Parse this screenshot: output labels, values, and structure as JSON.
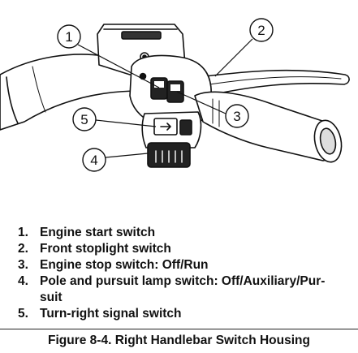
{
  "figure": {
    "callouts": [
      "1",
      "2",
      "3",
      "4",
      "5"
    ],
    "legend": [
      {
        "num": "1.",
        "text": "Engine start switch"
      },
      {
        "num": "2.",
        "text": "Front stoplight switch"
      },
      {
        "num": "3.",
        "text": "Engine stop switch: Off/Run"
      },
      {
        "num": "4.",
        "text": "Pole and pursuit lamp switch: Off/Auxiliary/Pur-"
      },
      {
        "num": "",
        "text": "suit"
      },
      {
        "num": "5.",
        "text": "Turn-right signal switch"
      }
    ],
    "caption": "Figure 8-4. Right Handlebar Switch Housing"
  },
  "colors": {
    "ink": "#111111",
    "background": "#ffffff"
  }
}
